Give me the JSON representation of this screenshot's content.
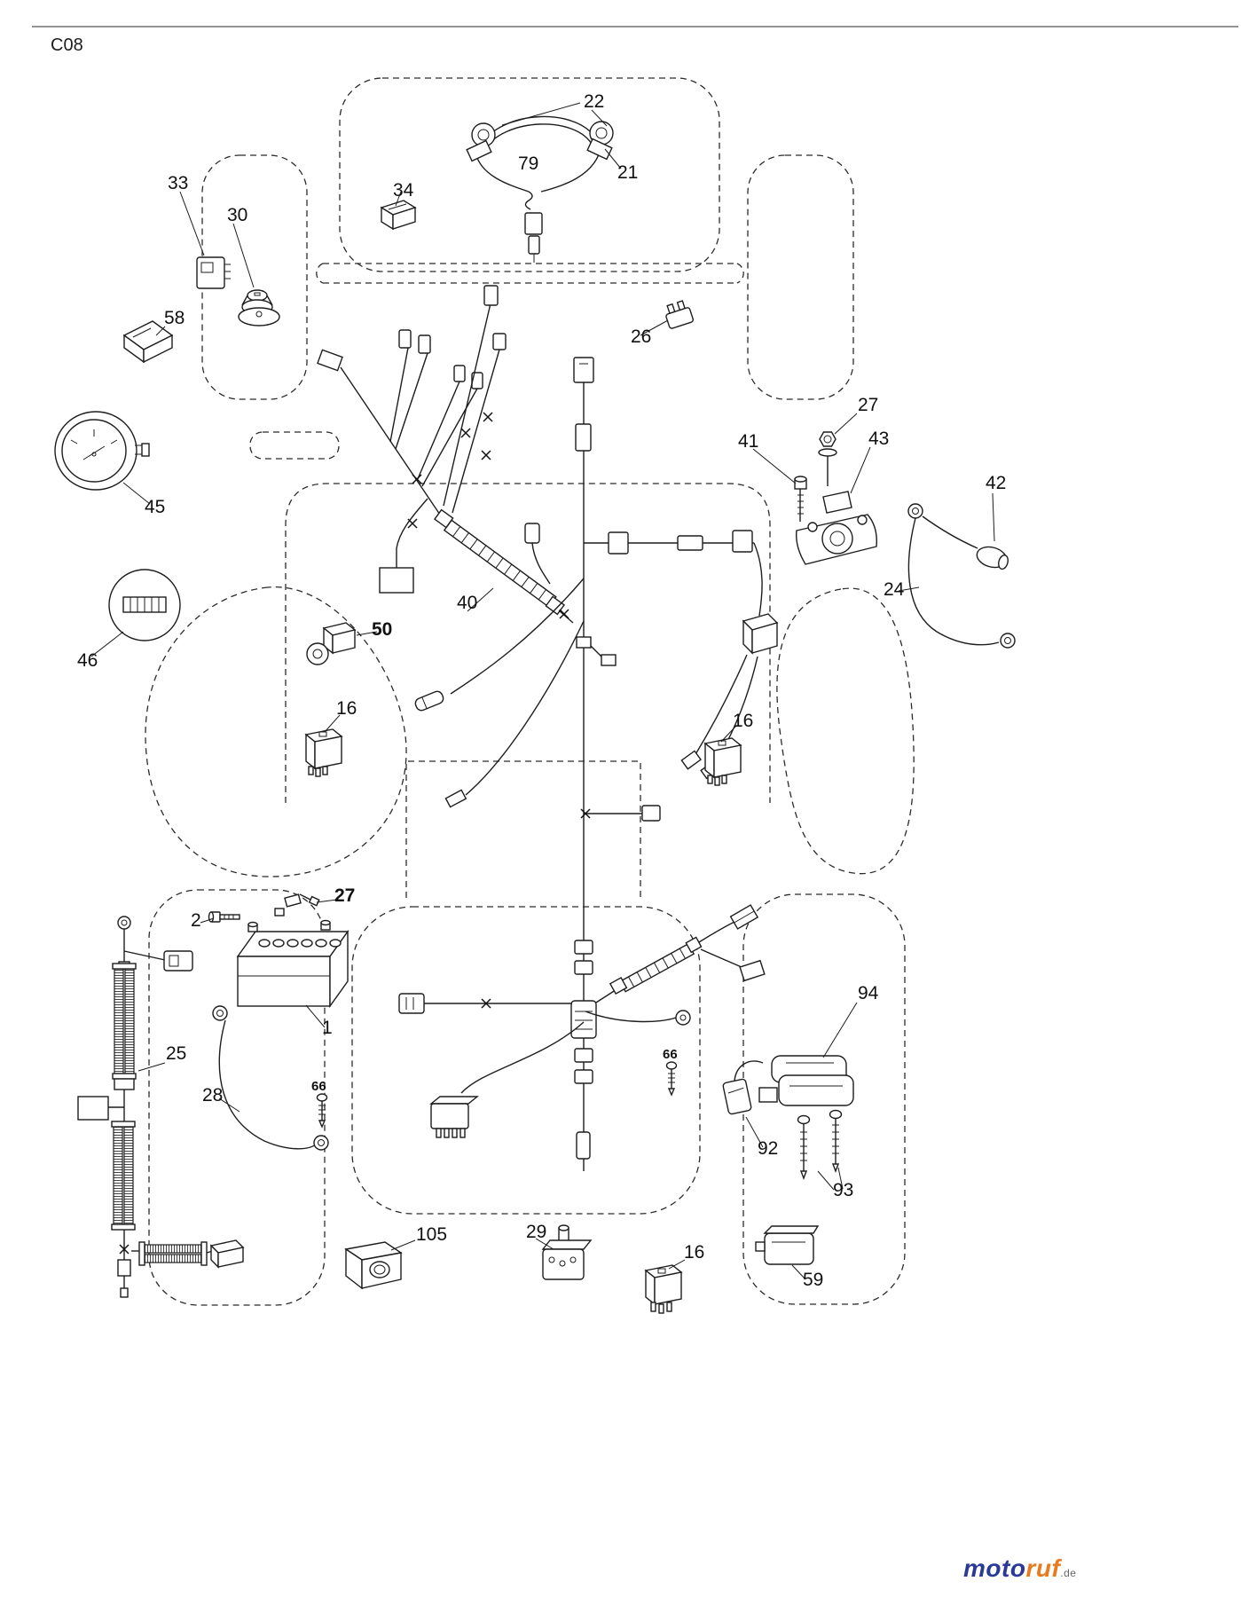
{
  "page": {
    "code": "C08",
    "watermark": {
      "part1": "moto",
      "part2": "ruf",
      "suffix": ".de",
      "color_primary": "#2b3a96",
      "color_secondary": "#e87b1e"
    }
  },
  "diagram": {
    "type": "exploded-parts-wiring-diagram",
    "labels": [
      {
        "text": "22"
      },
      {
        "text": "79"
      },
      {
        "text": "21"
      },
      {
        "text": "34"
      },
      {
        "text": "33"
      },
      {
        "text": "30"
      },
      {
        "text": "58"
      },
      {
        "text": "26"
      },
      {
        "text": "27"
      },
      {
        "text": "41"
      },
      {
        "text": "43"
      },
      {
        "text": "42"
      },
      {
        "text": "45"
      },
      {
        "text": "24"
      },
      {
        "text": "40"
      },
      {
        "text": "50"
      },
      {
        "text": "46"
      },
      {
        "text": "16"
      },
      {
        "text": "16"
      },
      {
        "text": "27"
      },
      {
        "text": "2"
      },
      {
        "text": "1"
      },
      {
        "text": "25"
      },
      {
        "text": "28"
      },
      {
        "text": "66"
      },
      {
        "text": "66"
      },
      {
        "text": "94"
      },
      {
        "text": "92"
      },
      {
        "text": "93"
      },
      {
        "text": "105"
      },
      {
        "text": "29"
      },
      {
        "text": "16"
      },
      {
        "text": "59"
      }
    ]
  }
}
